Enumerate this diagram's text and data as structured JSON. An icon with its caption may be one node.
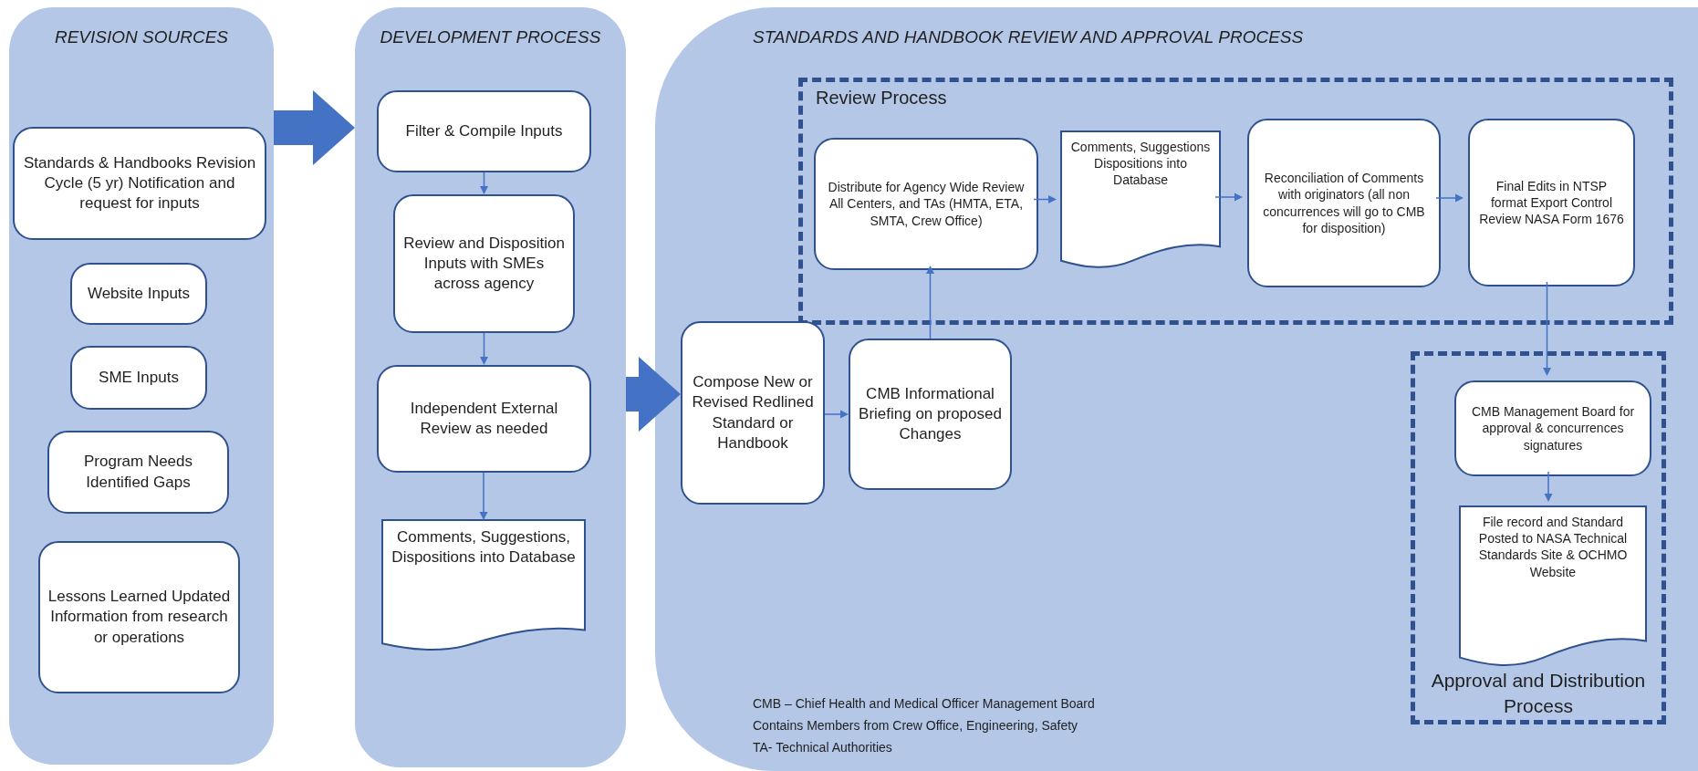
{
  "diagram": {
    "nodes": [
      {
        "text": [
          "REVISION SOURCES"
        ]
      },
      {
        "text": [
          "Standards & Handbooks Revision Cycle (5 yr) Notification and request for inputs"
        ],
        "in": 0
      },
      {
        "text": [
          "Website Inputs"
        ],
        "in": 0
      },
      {
        "text": [
          "SME Inputs"
        ],
        "in": 0
      },
      {
        "text": [
          "Program Needs Identified Gaps"
        ],
        "in": 0
      },
      {
        "text": [
          "Lessons Learned Updated Information from research or operations"
        ],
        "in": 0
      },
      {
        "text": [
          "DEVELOPMENT PROCESS"
        ]
      },
      {
        "text": [
          "Filter & Compile Inputs"
        ],
        "in": 6
      },
      {
        "text": [
          "Review and Disposition Inputs with SMEs across agency"
        ],
        "in": 6
      },
      {
        "text": [
          "Independent External Review as needed"
        ],
        "in": 6
      },
      {
        "text": [
          "Comments, Suggestions, Dispositions into Database"
        ],
        "in": 6
      },
      {
        "text": [
          "STANDARDS AND HANDBOOK REVIEW AND APPROVAL PROCESS"
        ]
      },
      {
        "text": [
          "Review Process"
        ],
        "in": 11
      },
      {
        "text": [
          "Distribute for Agency Wide Review All Centers, and TAs (HMTA, ETA, SMTA, Crew Office)"
        ],
        "in": 12
      },
      {
        "text": [
          "Comments, Suggestions Dispositions into Database"
        ],
        "in": 12
      },
      {
        "text": [
          "Reconciliation of Comments with originators (all non concurrences will go to CMB for disposition)"
        ],
        "in": 12
      },
      {
        "text": [
          "Final Edits in NTSP format Export Control Review NASA Form 1676"
        ],
        "in": 12
      },
      {
        "text": [
          "Compose New or Revised Redlined Standard or Handbook"
        ],
        "in": 11
      },
      {
        "text": [
          "CMB Informational Briefing on proposed Changes"
        ],
        "in": 11
      },
      {
        "text": [
          "Approval and Distribution Process"
        ],
        "in": 11
      },
      {
        "text": [
          "CMB Management Board for approval & concurrences signatures"
        ],
        "in": 19
      },
      {
        "text": [
          "File record and Standard Posted to NASA Technical Standards Site & OCHMO Website"
        ],
        "in": 19
      }
    ],
    "edges": [
      {
        "from": 0,
        "to": 6,
        "arrow": "to",
        "style": "thick"
      },
      {
        "from": 7,
        "to": 8,
        "arrow": "to"
      },
      {
        "from": 8,
        "to": 9,
        "arrow": "to"
      },
      {
        "from": 9,
        "to": 10,
        "arrow": "to"
      },
      {
        "from": 6,
        "to": 17,
        "arrow": "to",
        "style": "thick"
      },
      {
        "from": 17,
        "to": 18,
        "arrow": "to"
      },
      {
        "from": 18,
        "to": 13,
        "arrow": "to"
      },
      {
        "from": 13,
        "to": 14,
        "arrow": "to"
      },
      {
        "from": 14,
        "to": 15,
        "arrow": "to"
      },
      {
        "from": 15,
        "to": 16,
        "arrow": "to"
      },
      {
        "from": 16,
        "to": 20,
        "arrow": "to"
      },
      {
        "from": 20,
        "to": 21,
        "arrow": "to"
      }
    ],
    "labels": [
      "CMB – Chief Health and Medical Officer Management Board",
      "Contains Members from Crew Office, Engineering, Safety",
      "TA- Technical Authorities"
    ]
  }
}
